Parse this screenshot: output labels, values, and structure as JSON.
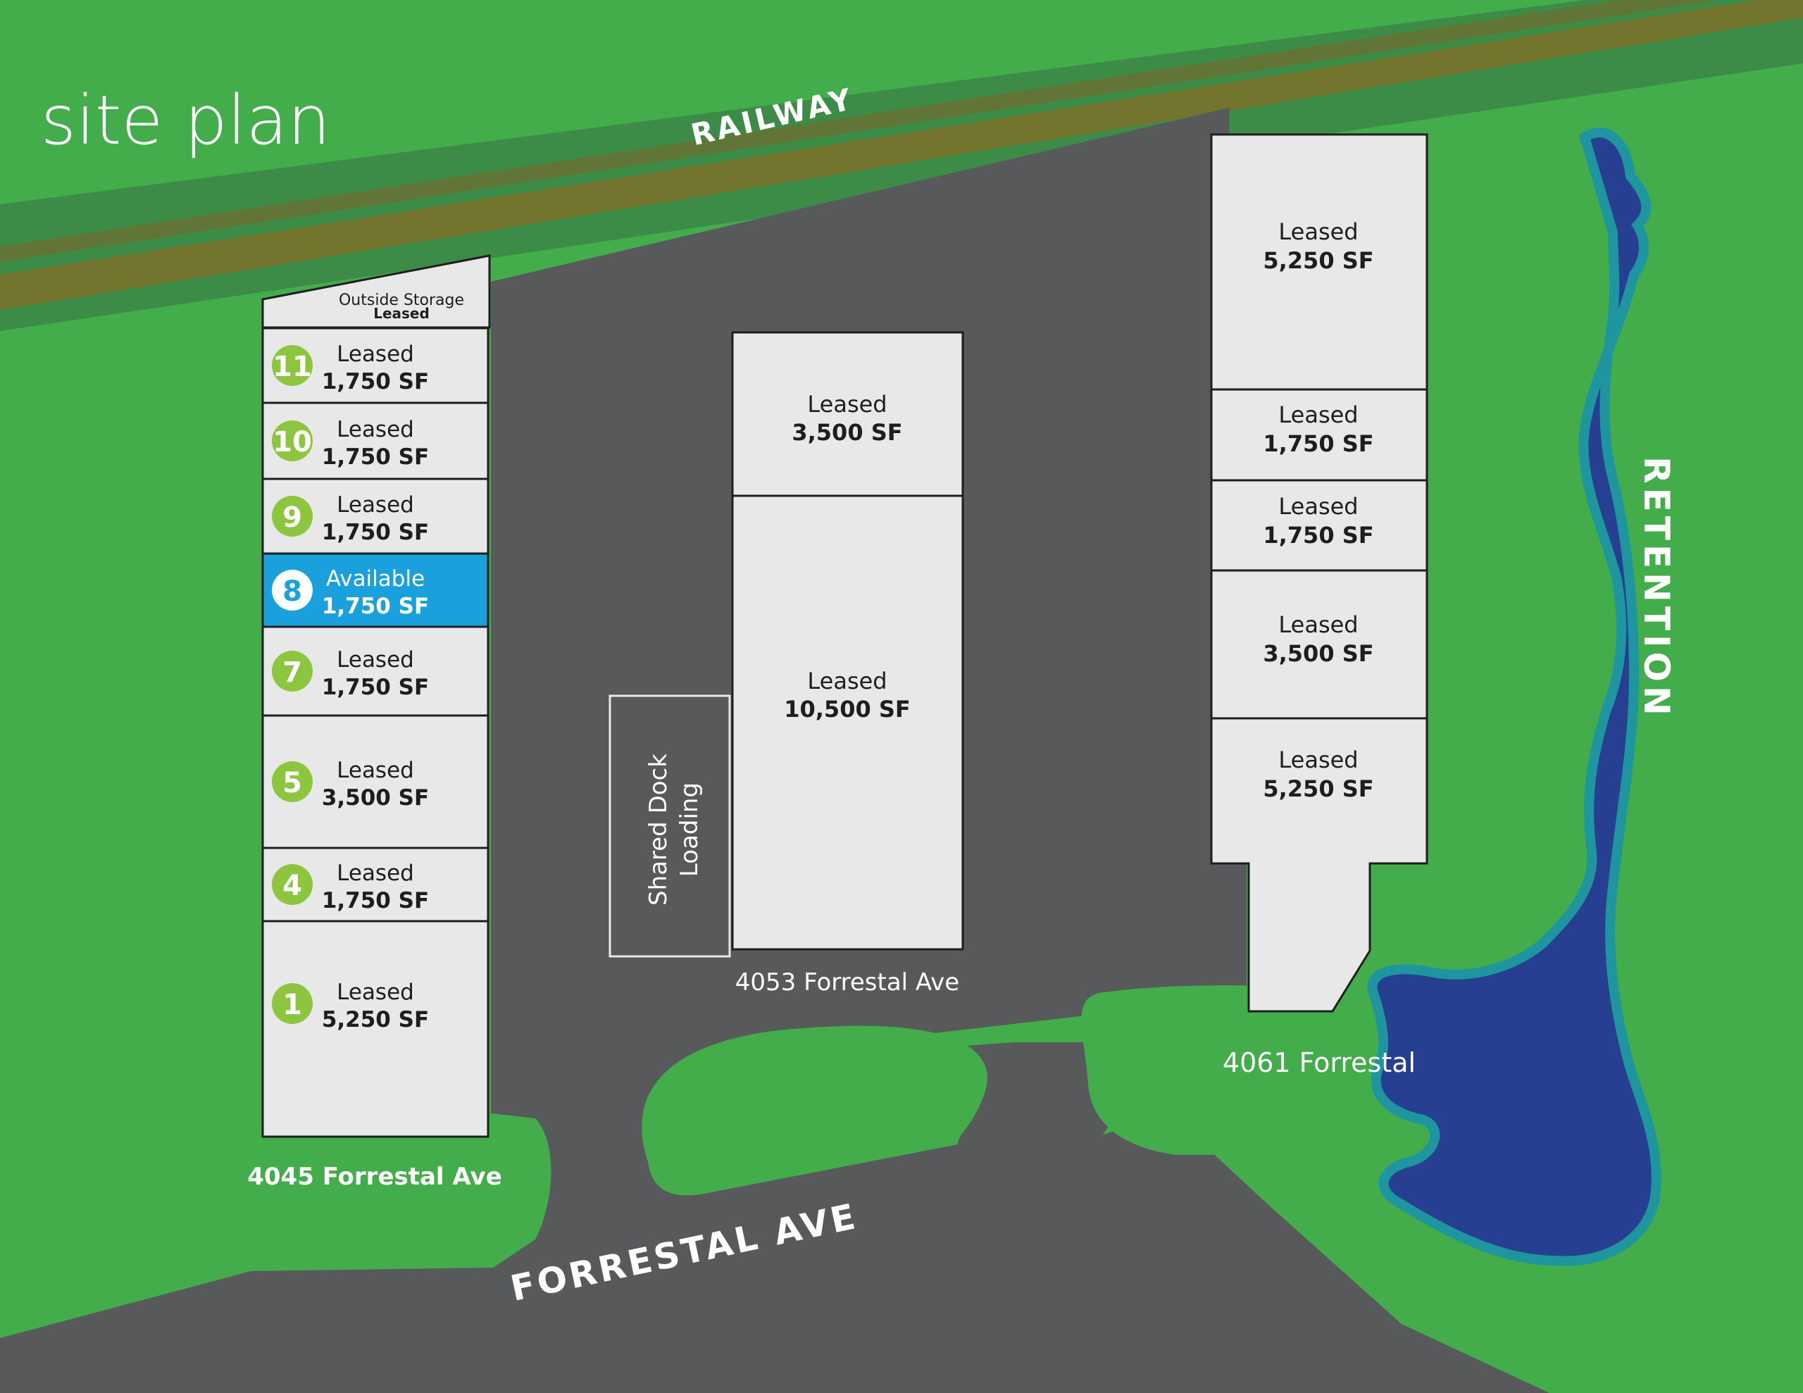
{
  "title": "site plan",
  "labels": {
    "railway": "RAILWAY",
    "road": "FORRESTAL AVE",
    "retention": "RETENTION",
    "shared_dock_line1": "Shared Dock",
    "shared_dock_line2": "Loading",
    "bldg_4045": "4045 Forrestal Ave",
    "bldg_4053": "4053 Forrestal Ave",
    "bldg_4061": "4061 Forrestal"
  },
  "outside_storage": {
    "name": "Outside Storage",
    "status": "Leased"
  },
  "building_4045_units": [
    {
      "number": "11",
      "status": "Leased",
      "size": "1,750 SF"
    },
    {
      "number": "10",
      "status": "Leased",
      "size": "1,750 SF"
    },
    {
      "number": "9",
      "status": "Leased",
      "size": "1,750 SF"
    },
    {
      "number": "8",
      "status": "Available",
      "size": "1,750 SF"
    },
    {
      "number": "7",
      "status": "Leased",
      "size": "1,750 SF"
    },
    {
      "number": "5",
      "status": "Leased",
      "size": "3,500 SF"
    },
    {
      "number": "4",
      "status": "Leased",
      "size": "1,750 SF"
    },
    {
      "number": "1",
      "status": "Leased",
      "size": "5,250 SF"
    }
  ],
  "building_4053_units": [
    {
      "status": "Leased",
      "size": "3,500 SF"
    },
    {
      "status": "Leased",
      "size": "10,500 SF"
    }
  ],
  "building_4061_units": [
    {
      "status": "Leased",
      "size": "5,250 SF"
    },
    {
      "status": "Leased",
      "size": "1,750 SF"
    },
    {
      "status": "Leased",
      "size": "1,750 SF"
    },
    {
      "status": "Leased",
      "size": "3,500 SF"
    },
    {
      "status": "Leased",
      "size": "5,250 SF"
    }
  ],
  "colors": {
    "grass": "#42ad4a",
    "pavement": "#58595b",
    "railway_band": "#3c8c47",
    "railway_track": "#73752f",
    "building": "#e8e8e8",
    "available": "#1aa0dc",
    "badge": "#8cc63f",
    "water": "#263f91",
    "water_edge": "#1f95a0"
  }
}
